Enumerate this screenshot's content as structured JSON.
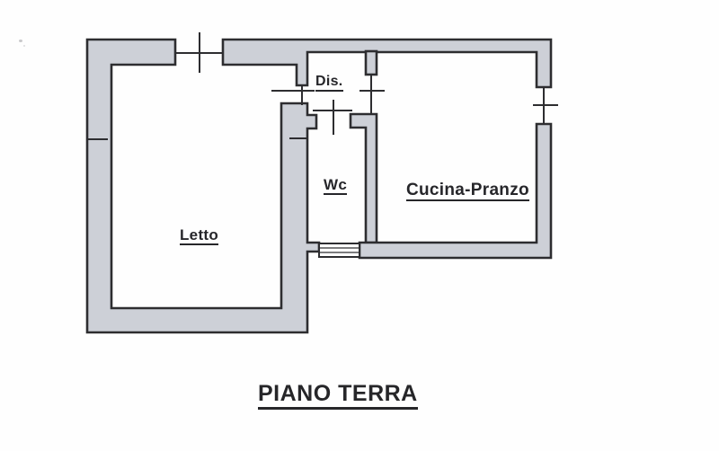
{
  "floor_plan": {
    "title": "PIANO TERRA",
    "rooms": [
      {
        "id": "dis",
        "label": "Dis."
      },
      {
        "id": "wc",
        "label": "Wc"
      },
      {
        "id": "cucina",
        "label": "Cucina-Pranzo"
      },
      {
        "id": "letto",
        "label": "Letto"
      }
    ],
    "colors": {
      "wall_fill": "#cdd0d7",
      "wall_stroke": "#2d2d30",
      "background": "#fefefe",
      "text": "#26262a"
    },
    "markers": {
      "window_marker": "tick-line",
      "door_marker": "tick-line"
    }
  }
}
